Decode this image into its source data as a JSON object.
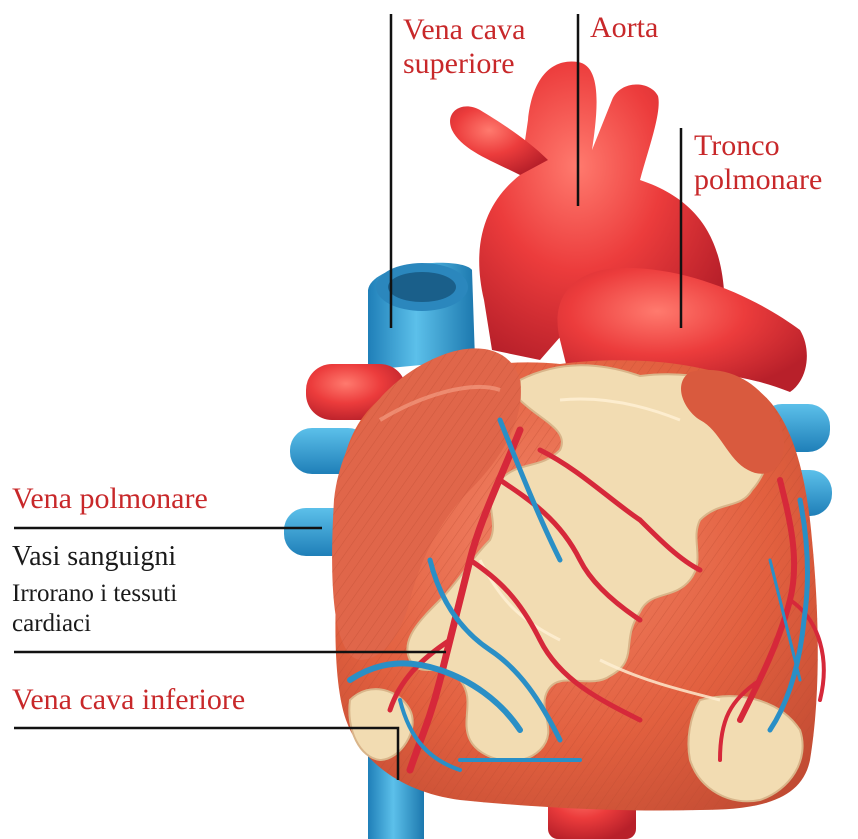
{
  "labels": {
    "vena_cava_superiore": [
      "Vena cava",
      "superiore"
    ],
    "aorta": "Aorta",
    "tronco_polmonare": [
      "Tronco",
      "polmonare"
    ],
    "vena_polmonare": "Vena polmonare",
    "vasi_sanguigni": "Vasi sanguigni",
    "vasi_description": [
      "Irrorano i tessuti",
      "cardiaci"
    ],
    "vena_cava_inferiore": "Vena cava inferiore"
  },
  "colors": {
    "label_red": "#c8282a",
    "label_dark": "#1a1a1a",
    "artery_red": "#e23a3a",
    "vein_blue": "#3aa0d2",
    "muscle": "#e0664a",
    "fat": "#f2dcb2"
  }
}
